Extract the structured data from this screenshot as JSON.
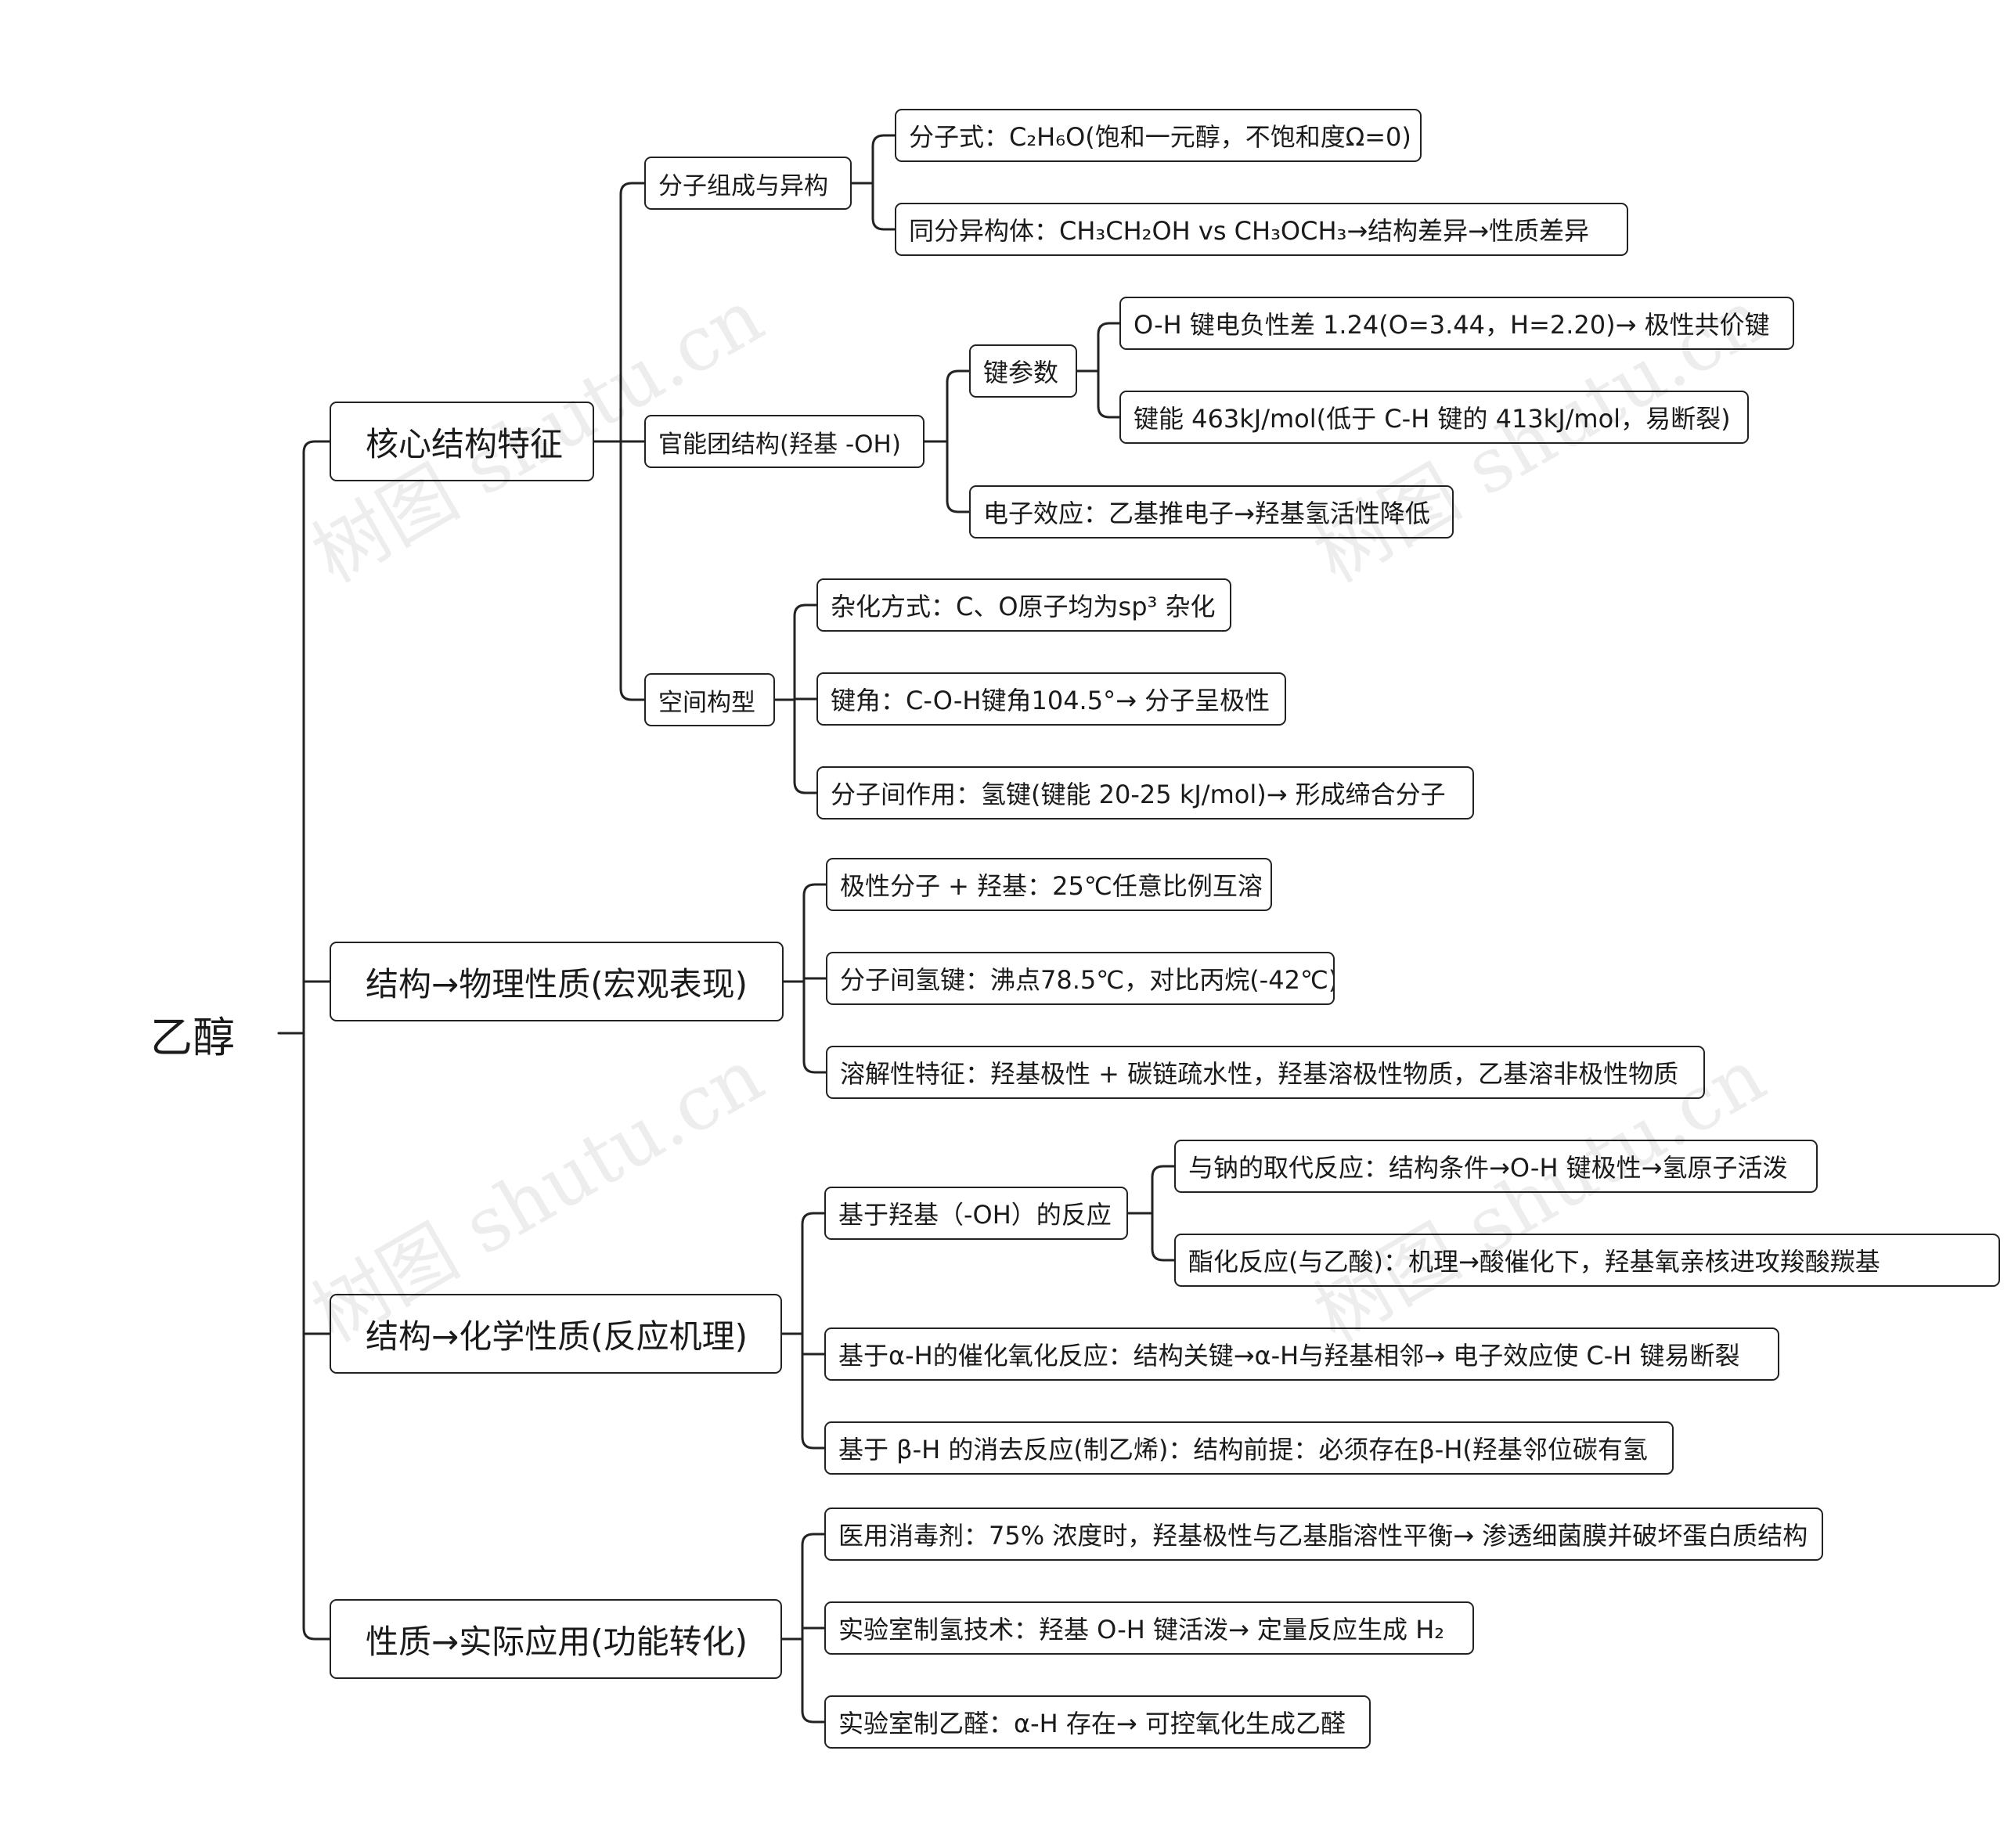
{
  "root": {
    "label": "乙醇"
  },
  "watermark": "树图 shutu.cn",
  "branches": [
    {
      "label": "核心结构特征",
      "children": [
        {
          "label": "分子组成与异构",
          "children": [
            {
              "label": "分子式：C₂H₆O(饱和一元醇，不饱和度Ω=0)"
            },
            {
              "label": "同分异构体：CH₃CH₂OH vs CH₃OCH₃→结构差异→性质差异"
            }
          ]
        },
        {
          "label": "官能团结构(羟基 -OH)",
          "children": [
            {
              "label": "键参数",
              "children": [
                {
                  "label": "O-H 键电负性差 1.24(O=3.44，H=2.20)→ 极性共价键"
                },
                {
                  "label": "键能 463kJ/mol(低于 C-H 键的 413kJ/mol，易断裂)"
                }
              ]
            },
            {
              "label": "电子效应：乙基推电子→羟基氢活性降低"
            }
          ]
        },
        {
          "label": "空间构型",
          "children": [
            {
              "label": "杂化方式：C、O原子均为sp³ 杂化"
            },
            {
              "label": "键角：C-O-H键角104.5°→ 分子呈极性"
            },
            {
              "label": "分子间作用：氢键(键能 20-25 kJ/mol)→ 形成缔合分子"
            }
          ]
        }
      ]
    },
    {
      "label": "结构→物理性质(宏观表现)",
      "children": [
        {
          "label": "极性分子 + 羟基：25℃任意比例互溶"
        },
        {
          "label": "分子间氢键：沸点78.5℃，对比丙烷(-42℃)"
        },
        {
          "label": "溶解性特征：羟基极性 + 碳链疏水性，羟基溶极性物质，乙基溶非极性物质"
        }
      ]
    },
    {
      "label": "结构→化学性质(反应机理)",
      "children": [
        {
          "label": "基于羟基（-OH）的反应",
          "children": [
            {
              "label": "与钠的取代反应：结构条件→O-H 键极性→氢原子活泼"
            },
            {
              "label": "酯化反应(与乙酸)：机理→酸催化下，羟基氧亲核进攻羧酸羰基"
            }
          ]
        },
        {
          "label": "基于α-H的催化氧化反应：结构关键→α-H与羟基相邻→ 电子效应使 C-H 键易断裂"
        },
        {
          "label": "基于 β-H 的消去反应(制乙烯)：结构前提：必须存在β-H(羟基邻位碳有氢"
        }
      ]
    },
    {
      "label": "性质→实际应用(功能转化)",
      "children": [
        {
          "label": "医用消毒剂：75% 浓度时，羟基极性与乙基脂溶性平衡→ 渗透细菌膜并破坏蛋白质结构"
        },
        {
          "label": "实验室制氢技术：羟基 O-H 键活泼→ 定量反应生成 H₂"
        },
        {
          "label": "实验室制乙醛：α-H 存在→ 可控氧化生成乙醛"
        }
      ]
    }
  ]
}
